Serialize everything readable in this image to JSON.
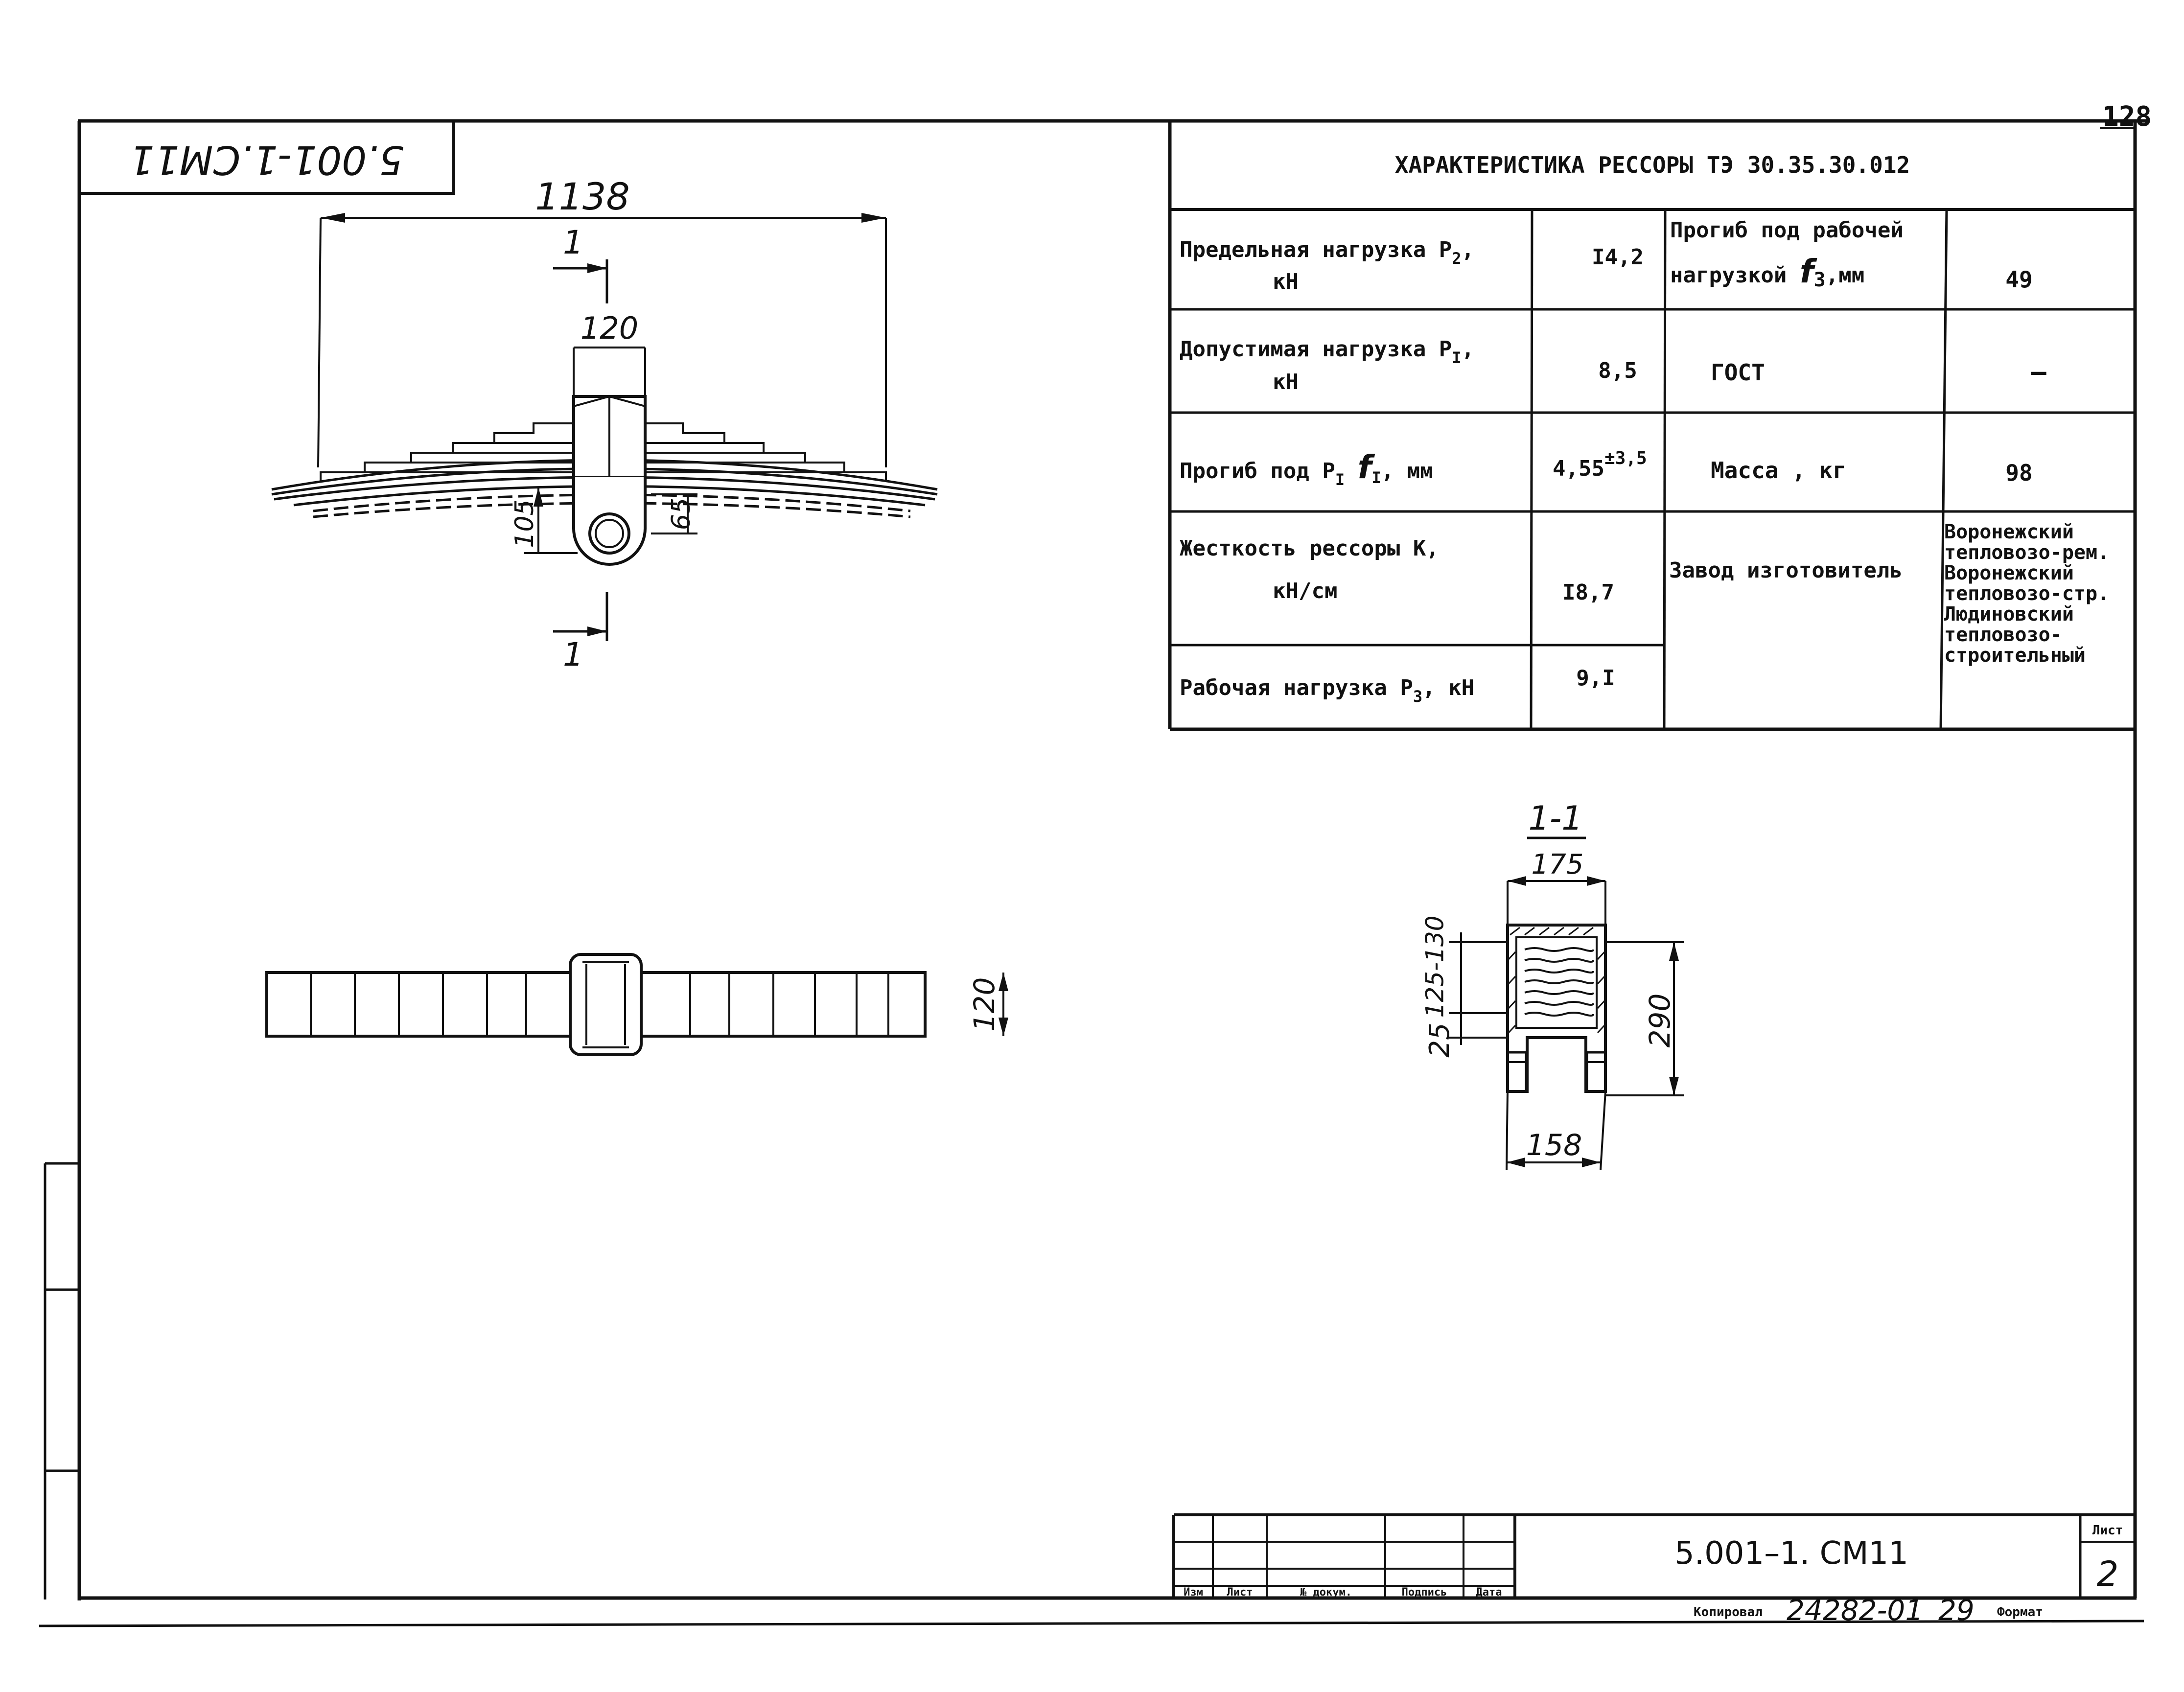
{
  "page_number": "128",
  "stamp_code": "5.001-1.СМ11",
  "table": {
    "title": "ХАРАКТЕРИСТИКА РЕССОРЫ  ТЭ 30.35.30.012",
    "rows": [
      {
        "label_1": "Предельная нагрузка Р",
        "label_1_sub": "2",
        "label_1_tail": ",",
        "label_2": "кН",
        "value": "I4,2",
        "param_1": "Прогиб под рабочей",
        "param_2": "нагрузкой",
        "param_sym": "f",
        "param_sub": "3",
        "param_tail": ",мм",
        "param_value": "49"
      },
      {
        "label_1": "Допустимая нагрузка Р",
        "label_1_sub": "I",
        "label_1_tail": ",",
        "label_2": "кН",
        "value": "8,5",
        "param_1": "ГОСТ",
        "param_value": "—"
      },
      {
        "label_1": "Прогиб под Р",
        "label_1_sub": "I",
        "label_sym": "f",
        "label_sym_sub": "I",
        "label_1_tail": ", мм",
        "value": "4,55",
        "value_sup": "±3,5",
        "param_1": "Масса , кг",
        "param_value": "98"
      },
      {
        "label_1": "Жесткость рессоры К,",
        "label_2": "кН/см",
        "value": "I8,7",
        "param_1": "Завод изготовитель"
      },
      {
        "label_1": "Рабочая нагрузка Р",
        "label_1_sub": "3",
        "label_1_tail": ", кН",
        "value": "9,I"
      }
    ],
    "manufacturers": [
      "Воронежский",
      "тепловозо-рем.",
      "Воронежский",
      "тепловозо-стр.",
      "Людиновский",
      "тепловозо-",
      "строительный"
    ]
  },
  "drawing": {
    "dims": {
      "overall_length": "1138",
      "clamp_width": "120",
      "eye_height": "65",
      "camber": "105",
      "plan_width": "120",
      "section_top": "175",
      "section_left_upper": "125-130",
      "section_left_lower": "25",
      "section_height": "290",
      "section_bottom": "158"
    },
    "section_mark": "1",
    "section_title": "1-1"
  },
  "title_block": {
    "headers": [
      "Изм",
      "Лист",
      "№ докум.",
      "Подпись",
      "Дата"
    ],
    "code": "5.001–1. СМ11",
    "sheet_label": "Лист",
    "sheet_number": "2"
  },
  "footer": {
    "copied_label": "Копировал",
    "order_number": "24282-01",
    "copy_number": "29",
    "format_label": "Формат"
  }
}
